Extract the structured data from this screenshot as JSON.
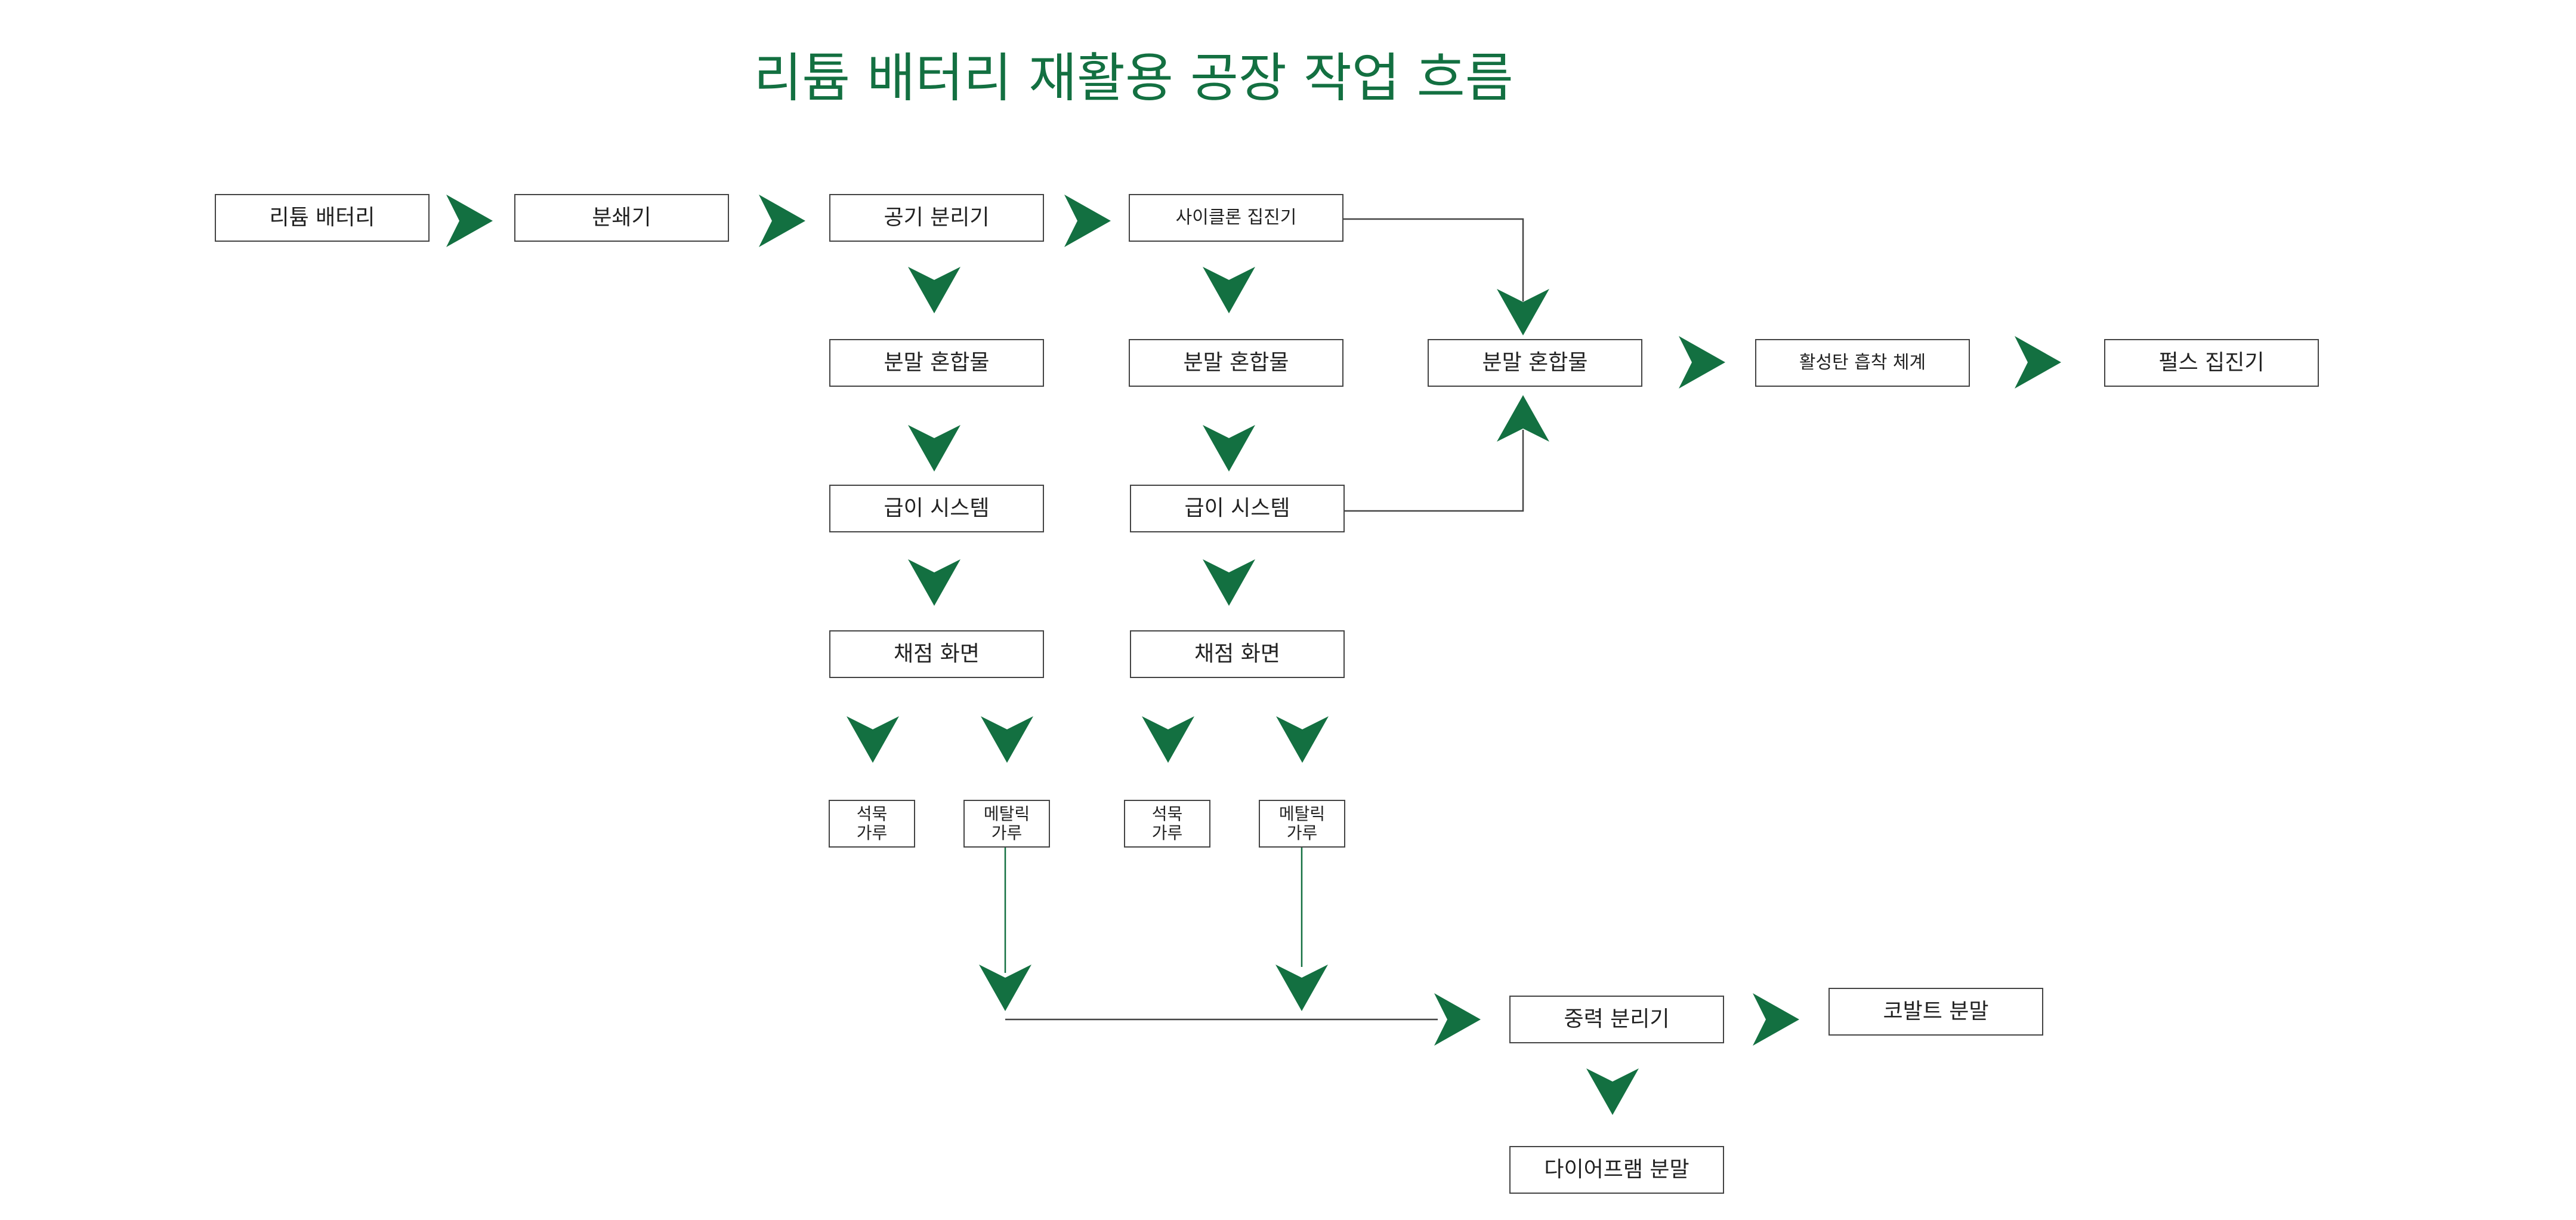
{
  "title": "리튬 배터리 재활용 공장 작업 흐름",
  "colors": {
    "accent": "#137041",
    "line": "#444444"
  },
  "nodes": {
    "battery": "리튬 배터리",
    "crusher": "분쇄기",
    "air_separator": "공기 분리기",
    "cyclone": "사이클론 집진기",
    "mix1": "분말 혼합물",
    "mix2": "분말 혼합물",
    "mix3": "분말 혼합물",
    "activated_carbon": "활성탄 흡착 체계",
    "pulse_collector": "펄스 집진기",
    "feed1": "급이 시스템",
    "feed2": "급이 시스템",
    "screen1": "채점 화면",
    "screen2": "채점 화면",
    "graphite1": "석묵\n가루",
    "metal1": "메탈릭\n가루",
    "graphite2": "석묵\n가루",
    "metal2": "메탈릭\n가루",
    "gravity": "중력 분리기",
    "cobalt": "코발트 분말",
    "diaphragm": "다이어프램 분말"
  }
}
